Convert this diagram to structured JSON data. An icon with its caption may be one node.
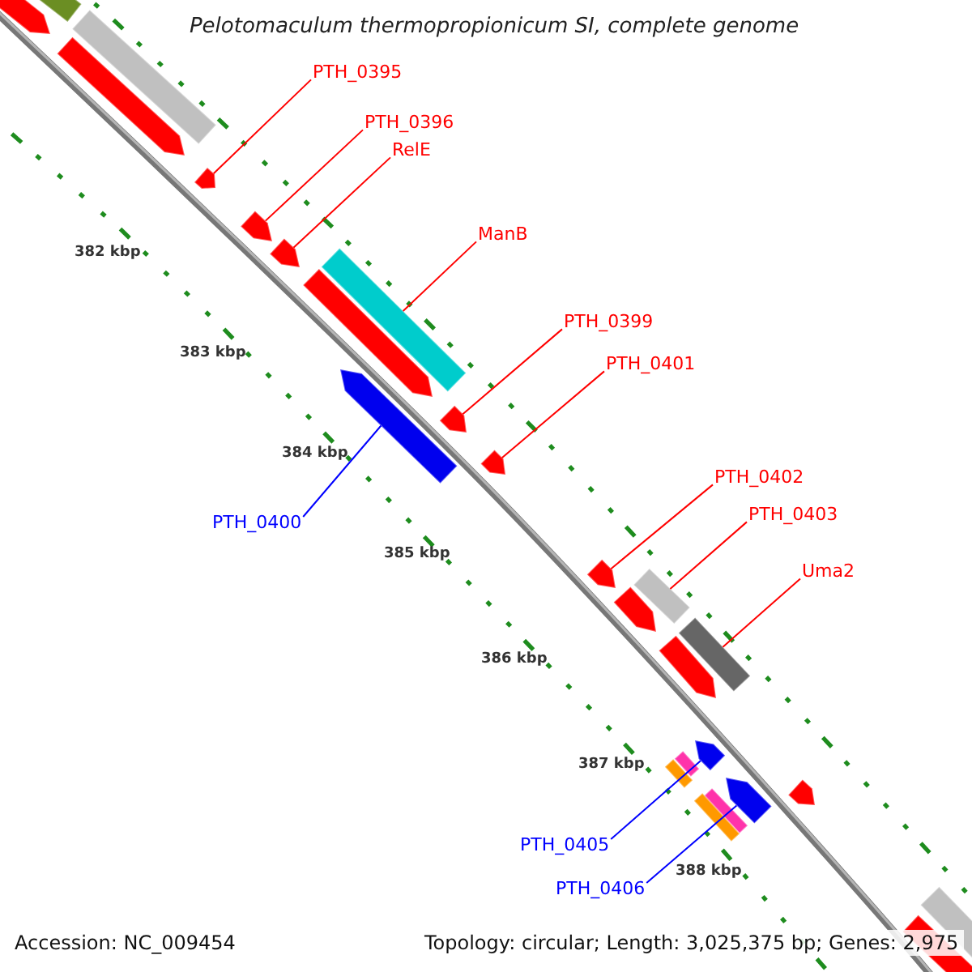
{
  "diagram": {
    "title": "Pelotomaculum thermopropionicum SI, complete genome",
    "nodes": [
      {
        "text": [
          "PTH_0395"
        ]
      },
      {
        "text": [
          "PTH_0396"
        ]
      },
      {
        "text": [
          "RelE"
        ]
      },
      {
        "text": [
          "ManB"
        ]
      },
      {
        "text": [
          "PTH_0399"
        ]
      },
      {
        "text": [
          "PTH_0401"
        ]
      },
      {
        "text": [
          "PTH_0400"
        ]
      },
      {
        "text": [
          "PTH_0402"
        ]
      },
      {
        "text": [
          "PTH_0403"
        ]
      },
      {
        "text": [
          "Uma2"
        ]
      },
      {
        "text": [
          "PTH_0405"
        ]
      },
      {
        "text": [
          "PTH_0406"
        ]
      },
      {
        "text": [],
        "shape": "bar"
      },
      {
        "text": [],
        "shape": "bar"
      },
      {
        "text": [],
        "shape": "bar"
      },
      {
        "text": [],
        "shape": "bar"
      },
      {
        "text": [],
        "shape": "bar"
      },
      {
        "text": [],
        "shape": "bar"
      },
      {
        "text": [],
        "shape": "bar"
      },
      {
        "text": [],
        "shape": "bar"
      },
      {
        "text": [],
        "shape": "bar"
      },
      {
        "text": [],
        "shape": "bar"
      },
      {
        "text": [],
        "shape": "bar"
      },
      {
        "text": [],
        "shape": "bar"
      },
      {
        "text": [],
        "shape": "bar"
      },
      {
        "text": [],
        "shape": "bar"
      },
      {
        "text": [],
        "shape": "bar"
      },
      {
        "text": [],
        "shape": "bar"
      },
      {
        "text": [],
        "shape": "bar"
      },
      {
        "text": [],
        "shape": "bar"
      },
      {
        "text": [],
        "shape": "bar"
      },
      {
        "text": [],
        "shape": "bar"
      },
      {
        "text": [],
        "shape": "bar"
      },
      {
        "text": [],
        "shape": "bar"
      },
      {
        "text": [],
        "shape": "bar"
      },
      {
        "text": [],
        "shape": "bar"
      },
      {
        "text": [],
        "shape": "bar"
      },
      {
        "text": [],
        "shape": "bar"
      }
    ],
    "edges": [
      {
        "from": 0,
        "to": 12,
        "arrow": "none"
      },
      {
        "from": 1,
        "to": 13,
        "arrow": "none"
      },
      {
        "from": 2,
        "to": 14,
        "arrow": "none"
      },
      {
        "from": 3,
        "to": 15,
        "arrow": "none"
      },
      {
        "from": 4,
        "to": 16,
        "arrow": "none"
      },
      {
        "from": 5,
        "to": 17,
        "arrow": "none"
      },
      {
        "from": 6,
        "to": 18,
        "arrow": "none",
        "color": "#0000ff"
      },
      {
        "from": 7,
        "to": 19,
        "arrow": "none"
      },
      {
        "from": 8,
        "to": 20,
        "arrow": "none"
      },
      {
        "from": 9,
        "to": 21,
        "arrow": "none"
      },
      {
        "from": 10,
        "to": 22,
        "arrow": "none",
        "color": "#0000ff"
      },
      {
        "from": 11,
        "to": 23,
        "arrow": "none",
        "color": "#0000ff"
      }
    ],
    "labels": [
      "382 kbp",
      "383 kbp",
      "384 kbp",
      "385 kbp",
      "386 kbp",
      "387 kbp",
      "388 kbp",
      "Accession: NC_009454",
      "Topology: circular; Length: 3,025,375 bp; Genes: 2,975"
    ]
  }
}
